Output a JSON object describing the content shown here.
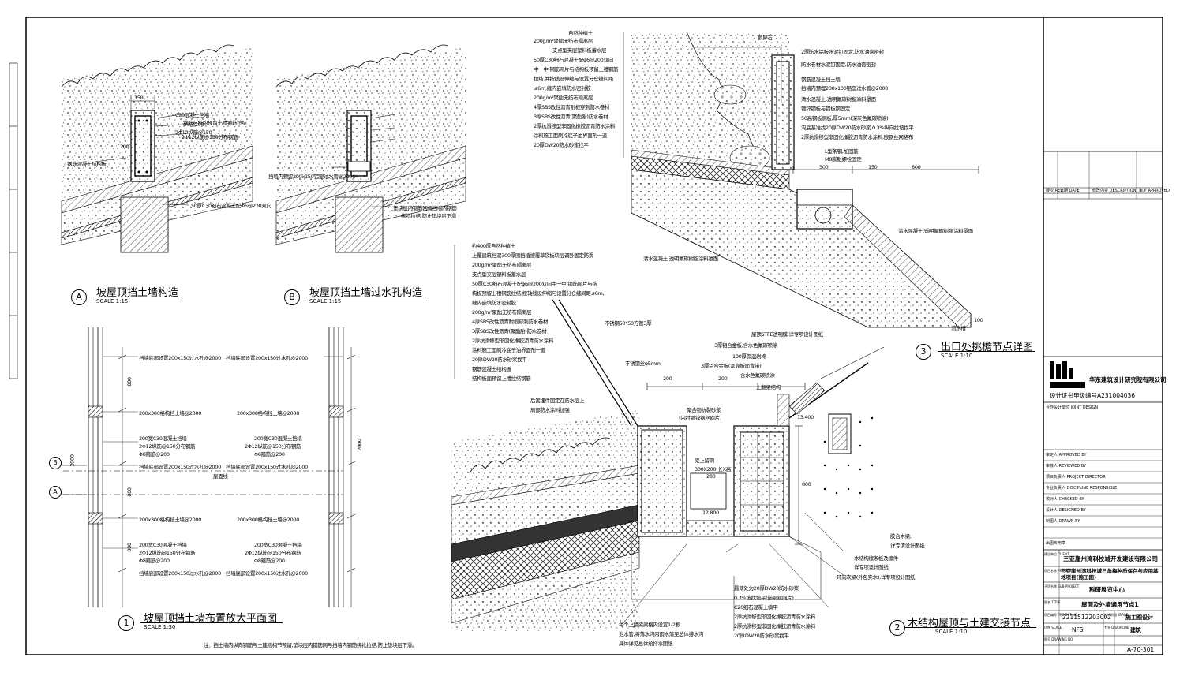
{
  "drawing_titles": [
    {
      "num": "A",
      "title": "坡屋顶挡土墙构造",
      "scale": "SCALE    1:15"
    },
    {
      "num": "B",
      "title": "坡屋顶挡土墙过水孔构造",
      "scale": "SCALE    1:15"
    },
    {
      "num": "1",
      "title": "坡屋顶挡土墙布置放大平面图",
      "scale": "SCALE    1:30"
    },
    {
      "num": "3",
      "title": "出口处挑檐节点详图",
      "scale": "SCALE    1:10"
    },
    {
      "num": "2",
      "title": "木结构屋顶与土建交接节点",
      "scale": "SCALE    1:10"
    }
  ],
  "detail3_notes": [
    "自然种植土",
    "200g/m²聚酯无纺布隔离层",
    "支点型夹层塑料板蓄水层",
    "50厚C30细石混凝土配φ6@200双向",
    "中一中,钢筋网片与结构板预留上禮钢筋",
    "拉结,并按线设伸缩与设置分仓缝间距",
    "≤6m,缝内嵌填防水密封胶",
    "200g/m²聚酯无纺布隔离层",
    "4厚SBS改性沥青耐根穿刺防水卷材",
    "3厚SBS改性沥青(聚酯胎)防水卷材",
    "2厚抗滑移型非固化橡胶沥青防水涂料",
    "涂料施工面刷冷底子油界面剂一道",
    "20厚DW20防水砂浆找平"
  ],
  "detail3_right_notes": [
    "2厚防水铝板水泥钉固定,防水油膏密封",
    "防水卷材水泥钉固定,防水油膏密封",
    "钢筋混凝土挡土墙",
    "挡墙内预埋200x100铝塑过水管@2000",
    "清水混凝土,透明氟碳树脂涂料罩面",
    "镀锌钢板与钢板钢固定",
    "50高钢板侧板,厚5mm(深灰色氟碳喷涂)",
    "沟底基准找20厚DW20防水砂浆,0.3%纵向找坡找平",
    "2厚抗滑移型非固化橡胶沥青防水涂料,嵌钢丝网格布",
    "L型条钢,加固筋",
    "M8膨胀螺栓固定"
  ],
  "detail3_misc": {
    "stone": "鹅卵石",
    "dims": [
      "300",
      "150",
      "600"
    ],
    "concrete": "清水混凝土,透明氟碳树脂涂料罩面",
    "concrete2": "清水混凝土,透明氟碳树脂涂料罩面",
    "drain": "流水槽",
    "dim100": "100"
  },
  "detail2_notes": [
    "约400厚自然种植土",
    "上覆建筑挡泥300厚围挡植被覆草袋板块层调卧固定防滑",
    "200g/m²聚酯无纺布隔离层",
    "支点型夹层塑料板蓄水层",
    "50厚C30细石混凝土配φ6@200双向中一中,钢筋网片与结",
    "构板预留上禮钢筋拉结,按轴线设伸缩与设置分仓缝间距≤6m,",
    "缝内嵌填防水密封胶",
    "200g/m²聚酯无纺布隔离层",
    "4厚SBS改性沥青耐根穿刺防水卷材",
    "3厚SBS改性沥青(聚酯胎)防水卷材",
    "2厚抗滑移型非固化橡胶沥青防水涂料",
    "涂料施工面刷冷底子油界面剂一道",
    "20厚DW20防水砂浆找平",
    "钢筋混凝土结构板",
    "结构板面预留上禮拉结钢筋"
  ],
  "detail2_callouts": {
    "steel_pipe": "不锈钢50*50方管3厚",
    "steel_rod": "不锈钢丝φ5mm",
    "etfe": "屋顶STFE透明膜,详专项设计图纸",
    "al1": "3厚铝合金板,含水色氟碳喷涂",
    "gutter": "100厚保温岩棉",
    "al2": "3厚铝合金板(紧靠板面背带)",
    "al2b": "含水色氟碳喷涂",
    "upper_beam": "上翻梁结构",
    "embed": "后置埋件固定在防水层上",
    "embed2": "局部防水涂料加强",
    "pipe_label": "聚合物抗裂砂浆",
    "pipe_label2": "(内衬镀锌钢丝网片)",
    "hole": "梁上留洞",
    "hole2": "300X200(长X高)",
    "d280": "280",
    "d12800": "12.800",
    "d13400": "13.400",
    "d200a": "200",
    "d200b": "200",
    "d800": "800",
    "seal": "胶合木梁,",
    "seal2": "详专项设计图纸",
    "wood": "木结构檩条板及檩件",
    "wood2": "详专项设计图纸",
    "ring": "环向次梁(外包实木),详专项设计图纸",
    "bottom_notes": [
      "最薄处为20厚DW20防水砂浆",
      "0.3%坡找坡平(嵌钢丝网片)",
      "C20细石混凝土填平",
      "2厚抗滑移型非固化橡胶沥青防水涂料",
      "2厚抗滑移型非固化橡胶沥青防水涂料",
      "20厚DW20防水砂浆找平"
    ],
    "bottom_left": "每个上翻梁梁格内设置1-2根",
    "bottom_left2": "泄水管,将落水沟内雨水落至总体排水沟",
    "bottom_left3": "具体详见总体给排水图纸"
  },
  "detailA_notes": {
    "top": [
      "C30混凝土挡墙",
      "钢筋与结构预留上禮钢筋拉结",
      "2Φ12纵筋@150"
    ],
    "wall": "Φ8@200",
    "rebar": "2Φ12纵筋@150分布钢筋",
    "left1": "钢筋混凝土结构板",
    "bottom": "50厚C30细石混凝土配Φ6@200双向",
    "dim1": "150",
    "dim2": "200"
  },
  "detailB_notes": {
    "hole": "挡墙内预留200x150铝塑过水管@2000",
    "note": "垫块层内钢筋网与挡墙内钢筋",
    "note2": "绑扎拉结,防止垫块层下滑"
  },
  "plan_labels": {
    "row1": "挡墙底部设置200x150过水孔@2000",
    "row2": "200x300格构挡土墙@2000",
    "row3a": "200宽C30混凝土挡墙",
    "row3b": "2Φ12纵筋@150分布钢筋",
    "row3c": "Φ8箍筋@200",
    "row4": "挡墙底部设置200x150过水孔@2000",
    "row5": "200x300格构挡土墙@2000",
    "center": "屋面线",
    "dims": [
      "800",
      "2000",
      "800",
      "800",
      "2000"
    ],
    "b_marker": "B",
    "a_marker": "A",
    "bottom_note": "注：挡土墙内纵向钢筋与土建结构节预留,垫块层内钢筋网与挡墙内钢筋绑扎拉结,防止垫块层下滑。"
  },
  "title_block": {
    "company_logo": "华东建筑设计研究院有限公司",
    "certificate": "设计证书甲级编号A231004036",
    "client": "三亚崖州湾科技城开发建设有限公司",
    "project": "三亚崖州湾科技城三角梅种质保存与应用基地项目(施工图)",
    "subproject": "科研展览中心",
    "drawing_title": "屋面及外墙通用节点1",
    "project_no": "2211512203002",
    "stage": "施工图设计",
    "scale": "NFS",
    "discipline": "建筑",
    "drawing_no": "A-70-301",
    "rev_small": [
      "版次 REV.",
      "日期 DATE",
      "修改内容 DESCRIPTION",
      "审定 APPROVED"
    ],
    "fields_small": [
      "合作设计单位 JOINT DESIGN",
      "审定人 APPROVED BY",
      "审核人 REVIEWED BY",
      "项目负责人 PROJECT DIRECTOR",
      "专业负责人 DISCIPLINE RESPONSIBLE",
      "校对人 CHECKED BY",
      "设计人 DESIGNED BY",
      "制图人 DRAWN BY"
    ],
    "row_labels": [
      "建设单位 CLIENT",
      "项目名称 PROJECT",
      "子项名称 SUB-PROJECT",
      "图名 TITLE",
      "项目编号 PROJECT NO.",
      "比例 SCALE",
      "图号 DRAWING NO."
    ],
    "row_right_labels": [
      "设计阶段 STAGE",
      "专业 DISCIPLINE"
    ],
    "stamp": "出图专用章"
  }
}
